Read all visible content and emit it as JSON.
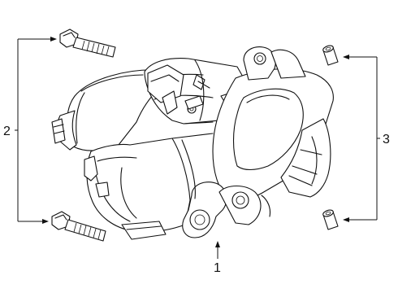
{
  "diagram": {
    "callouts": [
      {
        "id": "1",
        "label": "1"
      },
      {
        "id": "2",
        "label": "2"
      },
      {
        "id": "3",
        "label": "3"
      }
    ]
  },
  "colors": {
    "line": "#111111",
    "background": "#ffffff"
  }
}
